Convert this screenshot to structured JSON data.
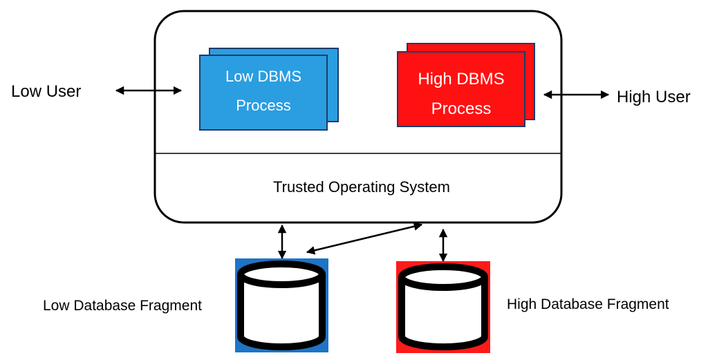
{
  "diagram": {
    "trusted_os_label": "Trusted Operating System",
    "low_process": {
      "line1": "Low DBMS",
      "line2": "Process",
      "color": "#2a9ee0"
    },
    "high_process": {
      "line1": "High DBMS",
      "line2": "Process",
      "color": "#ff1111"
    },
    "low_user_label": "Low User",
    "high_user_label": "High User",
    "low_db_label": "Low Database Fragment",
    "high_db_label": "High Database Fragment",
    "low_db_color": "#1e74c6",
    "high_db_color": "#ff1a1a",
    "border_color": "#1f3a6b",
    "icons": {
      "database": "database-cylinder-icon",
      "arrow": "double-headed-arrow-icon"
    }
  }
}
